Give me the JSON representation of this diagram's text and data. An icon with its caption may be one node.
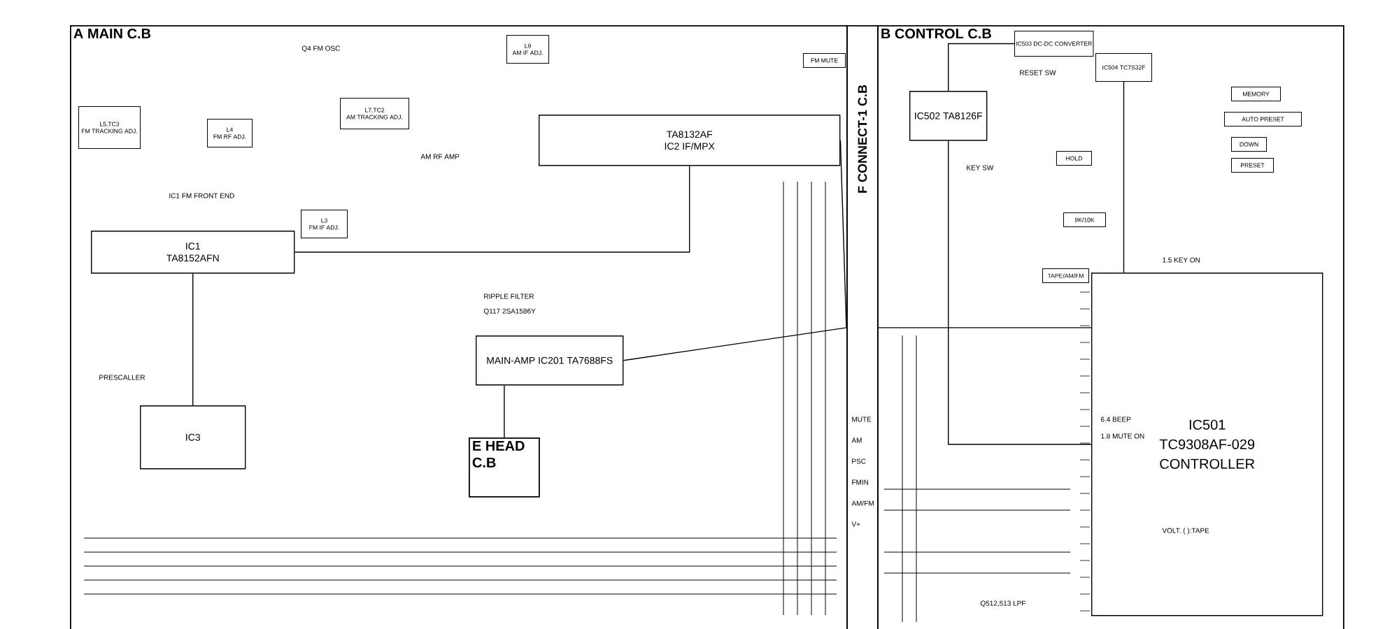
{
  "diagram": {
    "nodes": [
      {
        "text": [
          "A MAIN C.B"
        ]
      },
      {
        "text": [
          "IC1",
          "TA8152AFN"
        ],
        "in": 0
      },
      {
        "text": [
          "TA8132AF",
          "IC2 IF/MPX"
        ],
        "in": 0
      },
      {
        "text": [
          "MAIN-AMP IC201 TA7688FS"
        ],
        "in": 0
      },
      {
        "text": [
          "IC3"
        ],
        "in": 0
      },
      {
        "text": [
          "E HEAD C.B"
        ],
        "in": 0
      },
      {
        "text": [
          "F CONNECT-1 C.B"
        ]
      },
      {
        "text": [
          "B CONTROL C.B"
        ]
      },
      {
        "text": [
          "IC502 TA8126F"
        ],
        "in": 7
      },
      {
        "text": [
          "IC504 TC7S32F"
        ],
        "in": 7
      },
      {
        "text": [
          "IC501",
          "TC9308AF-029",
          "CONTROLLER"
        ],
        "in": 7
      },
      {
        "text": [
          "IC503 DC-DC CONVERTER"
        ],
        "in": 7
      },
      {
        "text": [
          "HOLD"
        ],
        "in": 7
      },
      {
        "text": [
          "9K/10K"
        ],
        "in": 7
      },
      {
        "text": [
          "TAPE/AM/FM"
        ],
        "in": 7
      },
      {
        "text": [
          "MEMORY"
        ],
        "in": 7
      },
      {
        "text": [
          "AUTO PRESET"
        ],
        "in": 7
      },
      {
        "text": [
          "DOWN"
        ],
        "in": 7
      },
      {
        "text": [
          "PRESET"
        ],
        "in": 7
      },
      {
        "text": [
          "L5,TC3",
          "FM TRACKING ADJ."
        ],
        "in": 0
      },
      {
        "text": [
          "L4",
          "FM RF ADJ."
        ],
        "in": 0
      },
      {
        "text": [
          "L3",
          "FM IF ADJ."
        ],
        "in": 0
      },
      {
        "text": [
          "L7,TC2",
          "AM TRACKING ADJ."
        ],
        "in": 0
      },
      {
        "text": [
          "L9",
          "AM IF ADJ."
        ],
        "in": 0
      },
      {
        "text": [
          "FM MUTE"
        ],
        "in": 0
      }
    ],
    "edges": [
      {
        "from": 1,
        "to": 2,
        "arrow": "none"
      },
      {
        "from": 2,
        "to": 6,
        "arrow": "none"
      },
      {
        "from": 3,
        "to": 6,
        "arrow": "none"
      },
      {
        "from": 6,
        "to": 10,
        "arrow": "none"
      },
      {
        "from": 8,
        "to": 10,
        "arrow": "none"
      },
      {
        "from": 9,
        "to": 10,
        "arrow": "none"
      },
      {
        "from": 4,
        "to": 1,
        "arrow": "none"
      },
      {
        "from": 5,
        "to": 3,
        "arrow": "none"
      },
      {
        "from": 11,
        "to": 8,
        "arrow": "none"
      }
    ],
    "labels": [
      "Q4 FM OSC",
      "AM RF AMP",
      "IC1 FM FRONT END",
      "RIPPLE FILTER",
      "Q117 2SA1586Y",
      "PRESCALLER",
      "RESET SW",
      "KEY SW",
      "1.5 KEY ON",
      "6.4 BEEP",
      "1.8 MUTE ON",
      "Q512,513 LPF",
      "VOLT. ( ):TAPE",
      "MUTE",
      "AM",
      "PSC",
      "FMIN",
      "AM/FM",
      "V+"
    ]
  }
}
